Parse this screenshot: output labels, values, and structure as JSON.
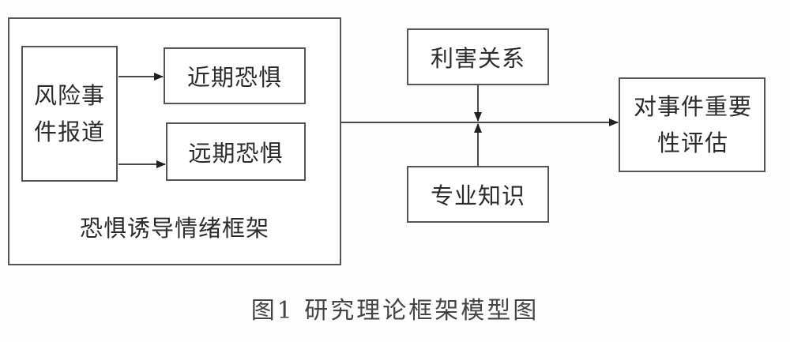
{
  "diagram": {
    "risk_event_report": "风险事件报道",
    "near_term_fear": "近期恐惧",
    "long_term_fear": "远期恐惧",
    "fear_framework": "恐惧诱导情绪框架",
    "stakeholder_relation": "利害关系",
    "expertise": "专业知识",
    "importance_evaluation": "对事件重要性评估"
  },
  "caption": "图1 研究理论框架模型图",
  "colors": {
    "line": "#4a4a4a",
    "arrow": "#222222",
    "border": "#555555"
  }
}
